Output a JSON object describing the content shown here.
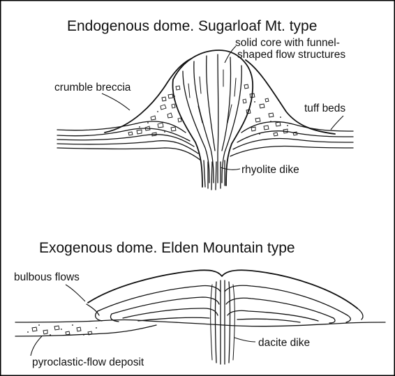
{
  "panels": {
    "endogenous": {
      "title": "Endogenous dome.  Sugarloaf Mt. type",
      "labels": {
        "core_line1": "solid core with funnel-",
        "core_line2": "shaped flow structures",
        "breccia": "crumble breccia",
        "tuff": "tuff beds",
        "dike": "rhyolite dike"
      }
    },
    "exogenous": {
      "title": "Exogenous dome.  Elden Mountain type",
      "labels": {
        "flows": "bulbous flows",
        "dike": "dacite dike",
        "deposit": "pyroclastic-flow deposit"
      }
    }
  },
  "colors": {
    "ink": "#111111",
    "background": "#ffffff",
    "frame": "#000000"
  }
}
